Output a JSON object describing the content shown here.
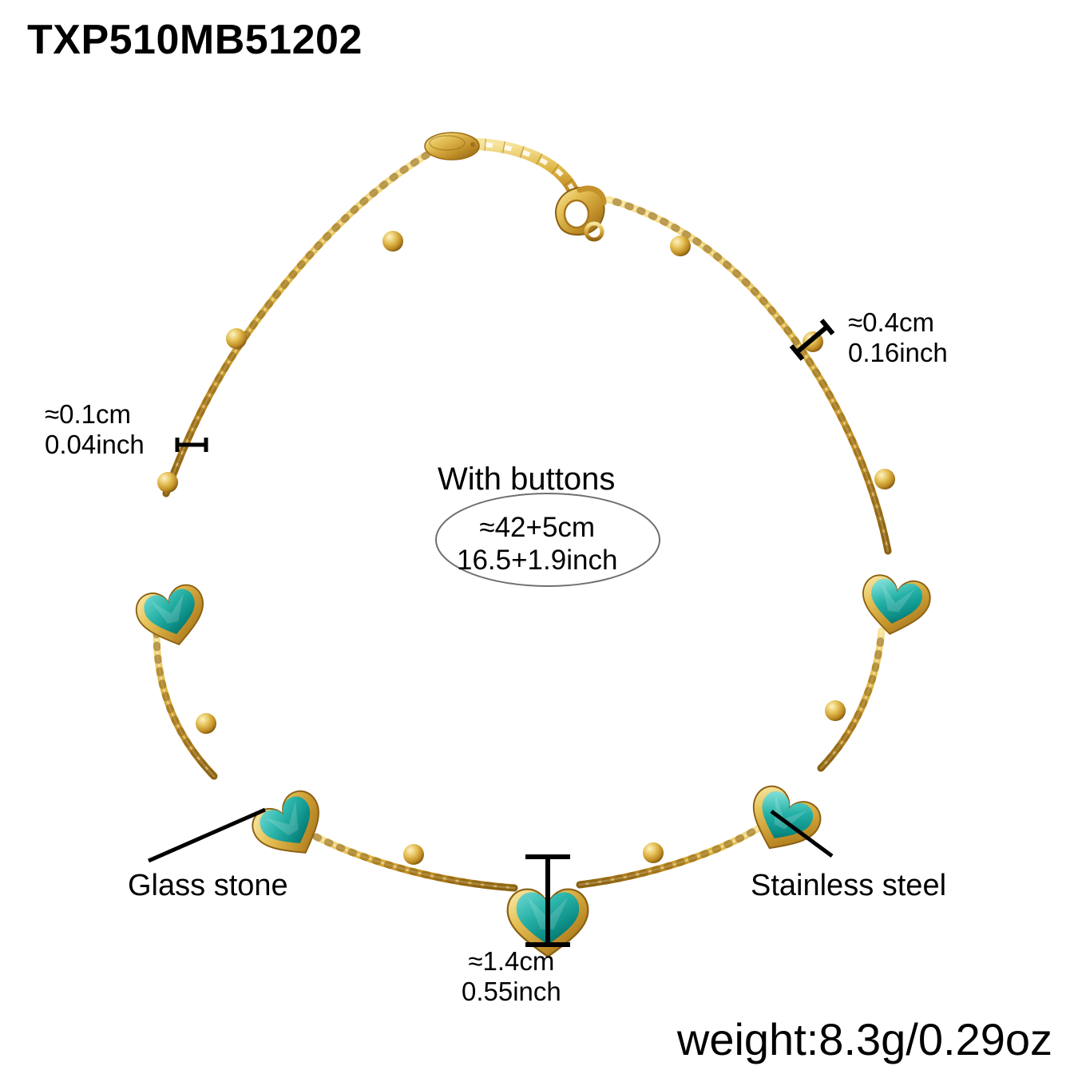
{
  "product": {
    "sku": "TXP510MB51202",
    "weight": "weight:8.3g/0.29oz"
  },
  "annotations": {
    "chain_width": {
      "cm": "≈0.1cm",
      "inch": "0.04inch"
    },
    "bead_size": {
      "cm": "≈0.4cm",
      "inch": "0.16inch"
    },
    "heart_size": {
      "cm": "≈1.4cm",
      "inch": "0.55inch"
    },
    "length": {
      "title": "With buttons",
      "cm": "≈42+5cm",
      "inch": "16.5+1.9inch"
    },
    "materials": {
      "stone": "Glass stone",
      "metal": "Stainless steel"
    }
  },
  "colors": {
    "gold_light": "#f3dc8e",
    "gold_mid": "#d8ab3c",
    "gold_dark": "#a8761c",
    "stone_light": "#53c8c2",
    "stone_mid": "#16a598",
    "stone_dark": "#05756f",
    "ink": "#000000",
    "ellipse_stroke": "#6f6f6f"
  }
}
